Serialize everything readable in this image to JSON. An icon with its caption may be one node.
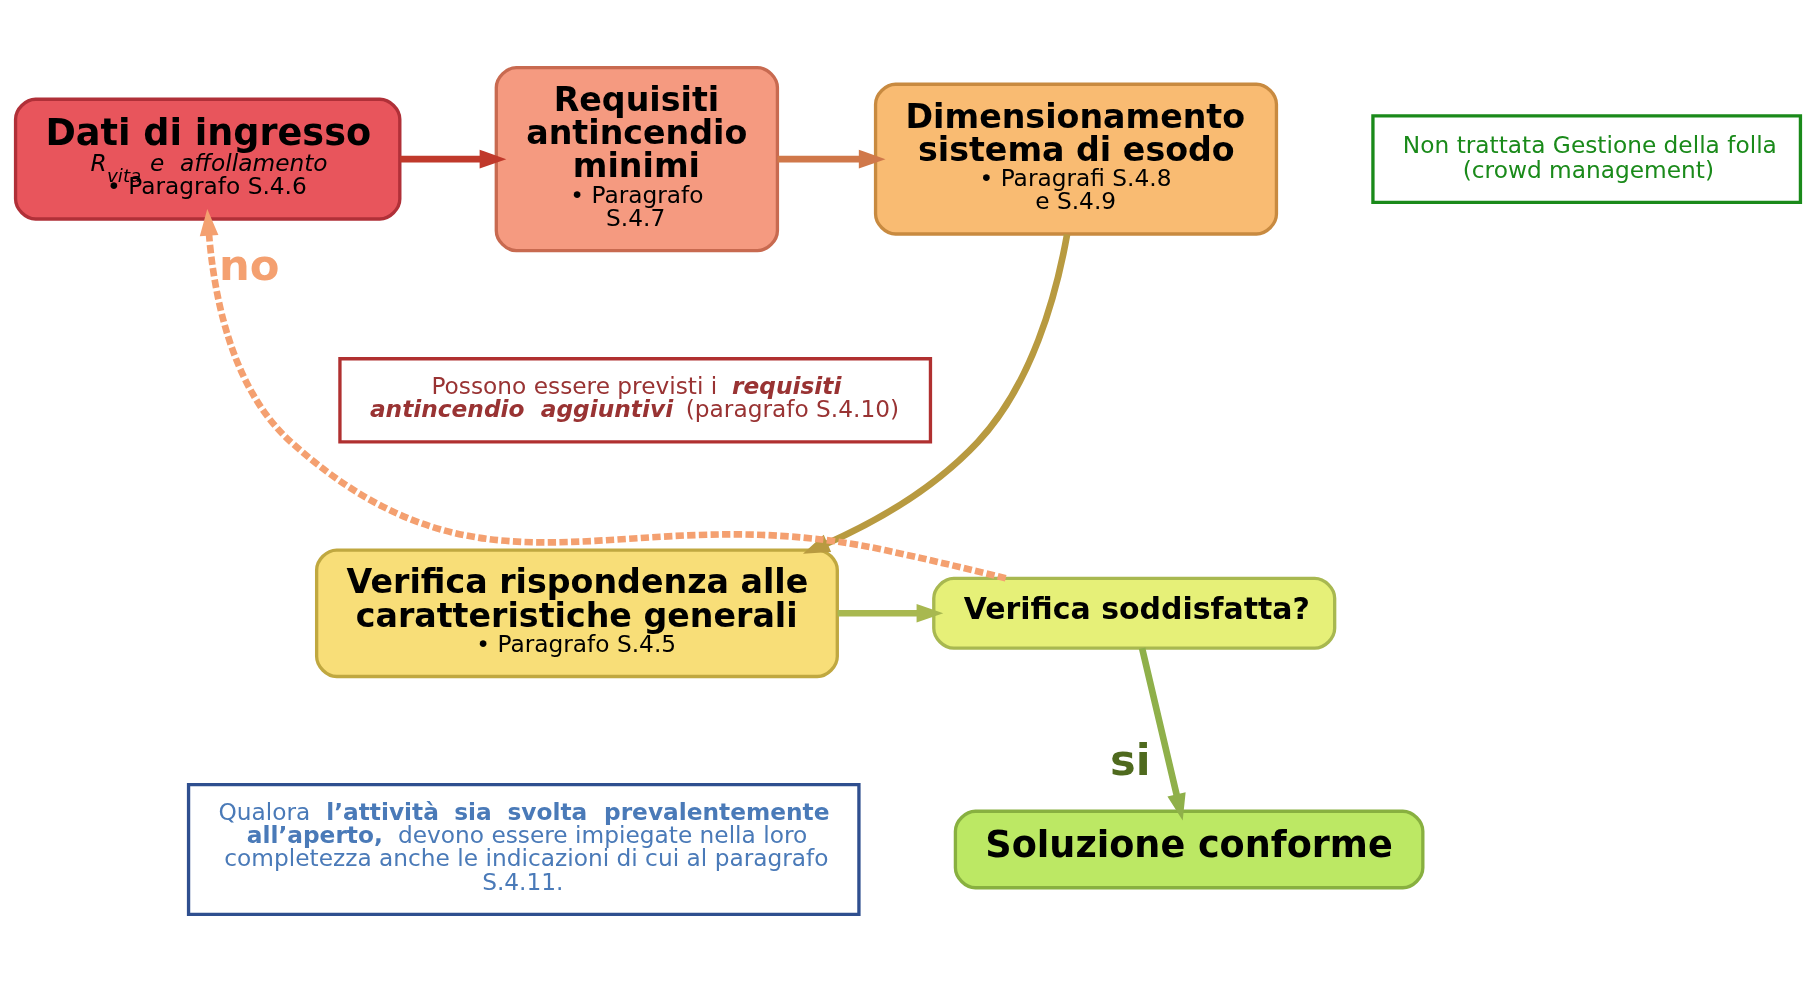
{
  "diagram": {
    "nodes": [
      {
        "text": [
          "Dati di ingresso",
          "*R$_{vita}$ e affollamento*",
          "• Paragrafo S.4.6"
        ]
      },
      {
        "text": [
          "Requisiti antincendio minimi",
          "• Paragrafo S.4.7"
        ]
      },
      {
        "text": [
          "Dimensionamento sistema di esodo",
          "• Paragrafi S.4.8 e S.4.9"
        ]
      },
      {
        "text": [
          "Verifica rispondenza alle caratteristiche generali",
          "• Paragrafo S.4.5"
        ]
      },
      {
        "text": [
          "Verifica soddisfatta?"
        ]
      },
      {
        "text": [
          "Soluzione conforme"
        ]
      },
      {
        "text": [
          "Non trattata Gestione della folla (crowd management)"
        ]
      },
      {
        "text": [
          "Possono essere previsti i **requisiti antincendio aggiuntivi** (paragrafo S.4.10)"
        ]
      },
      {
        "text": [
          "Qualora **l’attività sia svolta prevalentemente all’aperto,** devono essere impiegate nella loro completezza anche le indicazioni di cui al paragrafo S.4.11."
        ]
      }
    ],
    "edges": [
      {
        "from": 0,
        "to": 1,
        "arrow": "to",
        "color": "#c0392b"
      },
      {
        "from": 1,
        "to": 2,
        "arrow": "to",
        "color": "#d0784a"
      },
      {
        "from": 2,
        "to": 3,
        "arrow": "to",
        "color": "#b89a40"
      },
      {
        "from": 3,
        "to": 4,
        "arrow": "to",
        "color": "#a8b850"
      },
      {
        "from": 4,
        "to": 0,
        "arrow": "to",
        "label": "no",
        "style": "dashed",
        "color": "#f4a070"
      },
      {
        "from": 4,
        "to": 5,
        "arrow": "to",
        "label": "si",
        "color": "#8fb04a"
      }
    ]
  }
}
